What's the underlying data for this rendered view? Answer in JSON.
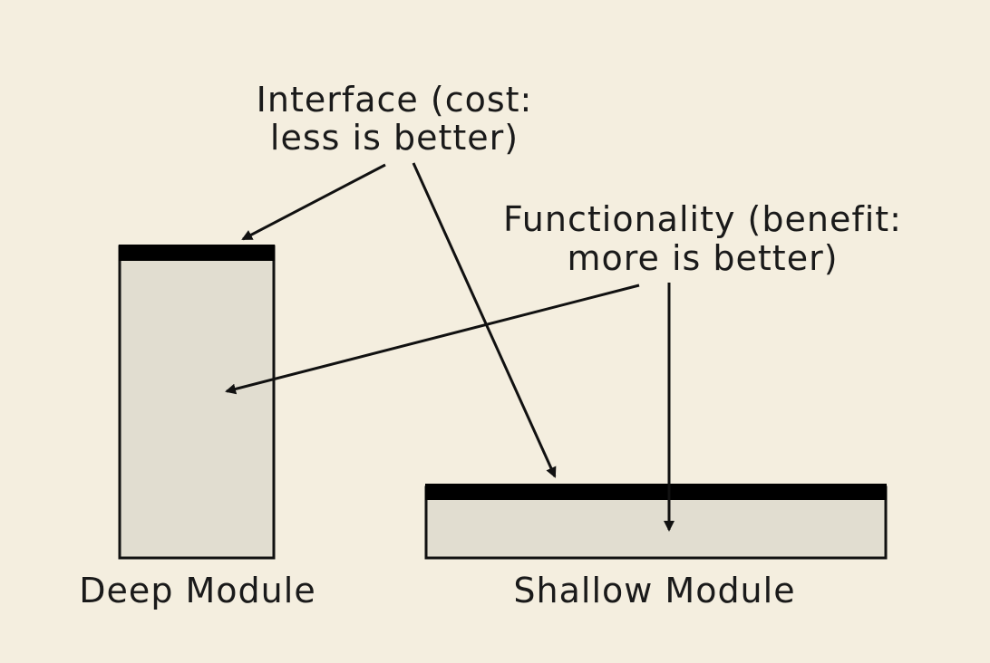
{
  "annotations": {
    "interface": {
      "line1": "Interface (cost:",
      "line2": "less is better)"
    },
    "functionality": {
      "line1": "Functionality (benefit:",
      "line2": "more is better)"
    }
  },
  "modules": {
    "deep": {
      "caption": "Deep Module"
    },
    "shallow": {
      "caption": "Shallow Module"
    }
  },
  "colors": {
    "background": "#f4eedf",
    "module_fill": "#e1ddd0",
    "interface_bar": "#000000",
    "ink": "#111111"
  }
}
